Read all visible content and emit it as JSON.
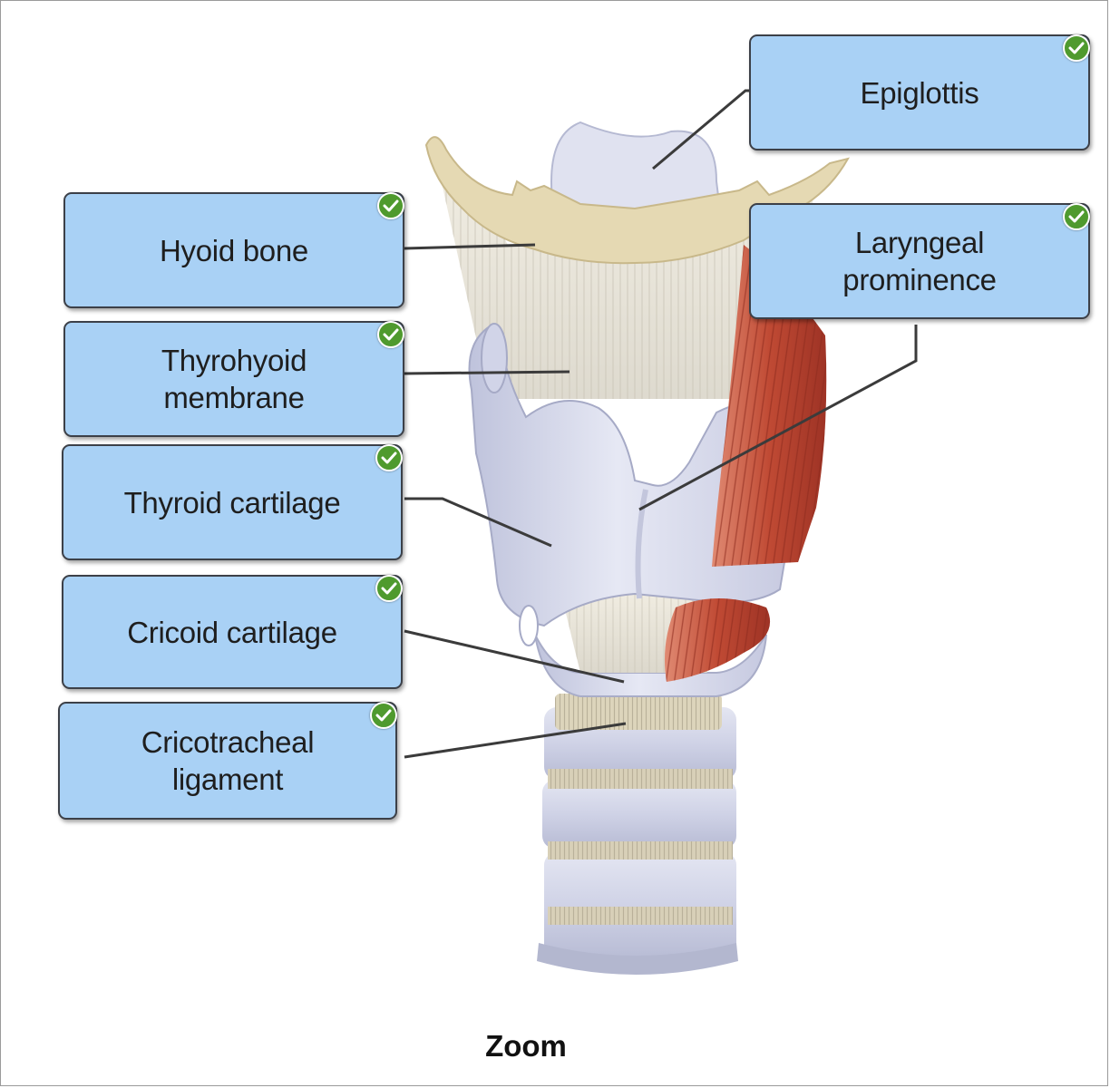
{
  "labels": [
    {
      "id": "hyoid-bone",
      "text": "Hyoid bone",
      "correct": true
    },
    {
      "id": "thyrohyoid-membrane",
      "text": "Thyrohyoid\nmembrane",
      "correct": true
    },
    {
      "id": "thyroid-cartilage",
      "text": "Thyroid cartilage",
      "correct": true
    },
    {
      "id": "cricoid-cartilage",
      "text": "Cricoid cartilage",
      "correct": true
    },
    {
      "id": "cricotracheal-ligament",
      "text": "Cricotracheal\nligament",
      "correct": true
    },
    {
      "id": "epiglottis",
      "text": "Epiglottis",
      "correct": true
    },
    {
      "id": "laryngeal-prominence",
      "text": "Laryngeal\nprominence",
      "correct": true
    }
  ],
  "zoom_label": "Zoom",
  "colors": {
    "label_fill": "#a9d1f5",
    "check_green": "#4f9a2e",
    "cartilage": "#d6d9ec",
    "bone": "#e3d7b0",
    "muscle": "#c2503a"
  }
}
